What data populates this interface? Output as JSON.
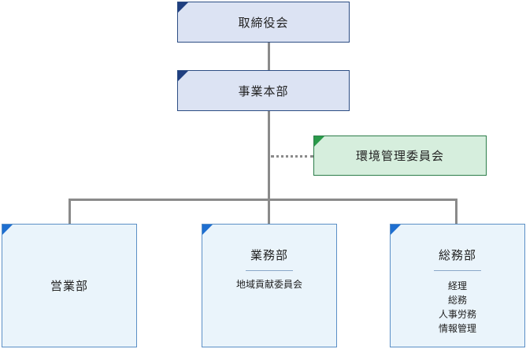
{
  "nodes": {
    "board": "取締役会",
    "hq": "事業本部",
    "env_committee": "環境管理委員会",
    "sales": {
      "title": "営業部"
    },
    "business": {
      "title": "業務部",
      "items": [
        "地域貢献委員会"
      ]
    },
    "general": {
      "title": "総務部",
      "items": [
        "経理",
        "総務",
        "人事労務",
        "情報管理"
      ]
    }
  },
  "colors": {
    "top_fill": "#dce3f3",
    "top_corner": "#1f3f80",
    "committee_fill": "#d6eedd",
    "committee_corner": "#2a9a4a",
    "dept_fill": "#eaf4fb",
    "dept_corner": "#1f6fd0",
    "connector": "#8a8a8a"
  }
}
